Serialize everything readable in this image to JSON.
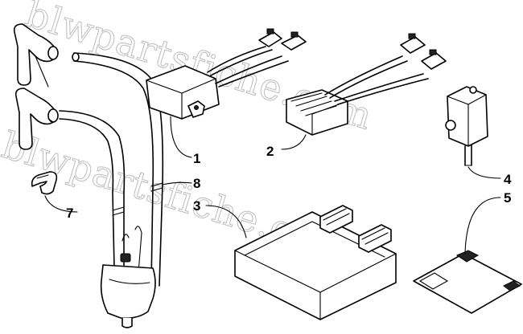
{
  "watermark": {
    "text": "blwpartsfiche.com",
    "color": "#bdbdbd"
  },
  "callouts": [
    {
      "id": "1",
      "label": "1"
    },
    {
      "id": "2",
      "label": "2"
    },
    {
      "id": "3",
      "label": "3"
    },
    {
      "id": "4",
      "label": "4"
    },
    {
      "id": "5",
      "label": "5"
    },
    {
      "id": "7",
      "label": "7"
    },
    {
      "id": "8",
      "label": "8"
    }
  ],
  "colors": {
    "line": "#000000",
    "background": "#ffffff"
  }
}
